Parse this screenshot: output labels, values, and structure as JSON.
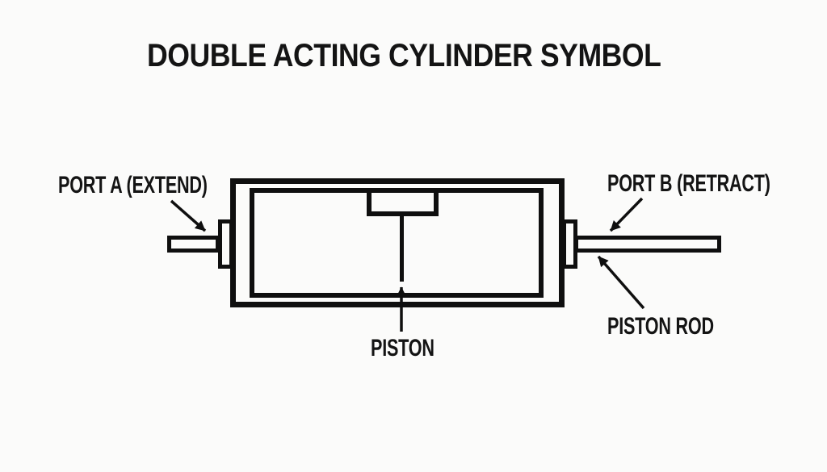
{
  "title": "DOUBLE ACTING CYLINDER SYMBOL",
  "labels": {
    "port_a": "PORT A (EXTEND)",
    "port_b": "PORT B (RETRACT)",
    "piston": "PISTON",
    "piston_rod": "PISTON ROD"
  },
  "colors": {
    "background": "#fbfbfa",
    "line": "#0f0f0f",
    "text": "#141414"
  }
}
